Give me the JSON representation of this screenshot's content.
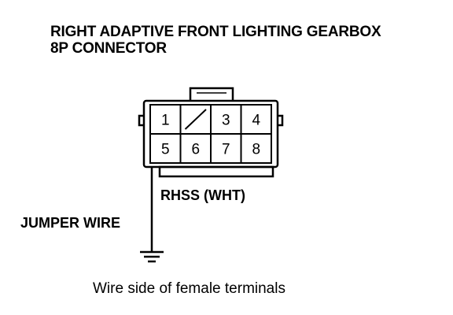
{
  "title": {
    "line1": "RIGHT ADAPTIVE FRONT LIGHTING GEARBOX",
    "line2": "8P CONNECTOR"
  },
  "connector": {
    "pins": [
      "1",
      "",
      "3",
      "4",
      "5",
      "6",
      "7",
      "8"
    ],
    "unused_pin_index": 1
  },
  "wire_label": "RHSS (WHT)",
  "jumper_label": "JUMPER WIRE",
  "caption": "Wire side of female terminals",
  "colors": {
    "ink": "#000000",
    "background": "#ffffff"
  }
}
